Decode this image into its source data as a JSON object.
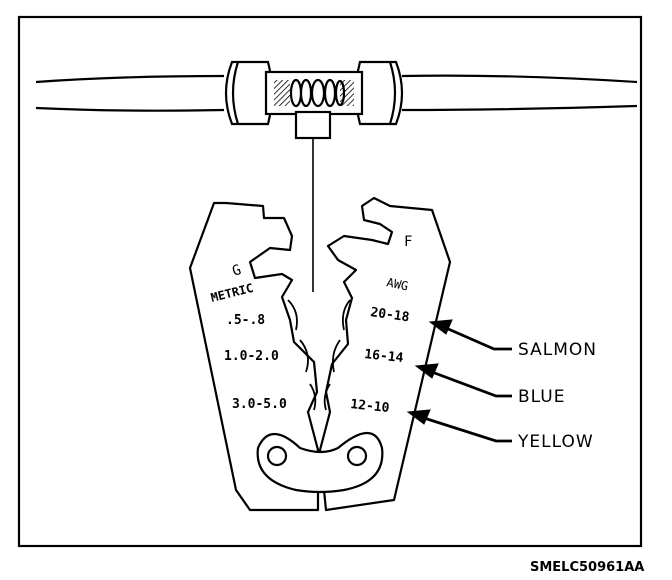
{
  "figure": {
    "tool_marks": {
      "left_jaw_letter": "G",
      "right_jaw_letter": "F",
      "metric_heading": "METRIC",
      "metric_sizes": [
        ".5-.8",
        "1.0-2.0",
        "3.0-5.0"
      ],
      "awg_heading": "AWG",
      "awg_sizes": [
        "20-18",
        "16-14",
        "12-10"
      ]
    },
    "callouts": [
      "SALMON",
      "BLUE",
      "YELLOW"
    ],
    "figure_code": "SMELC50961AA"
  }
}
